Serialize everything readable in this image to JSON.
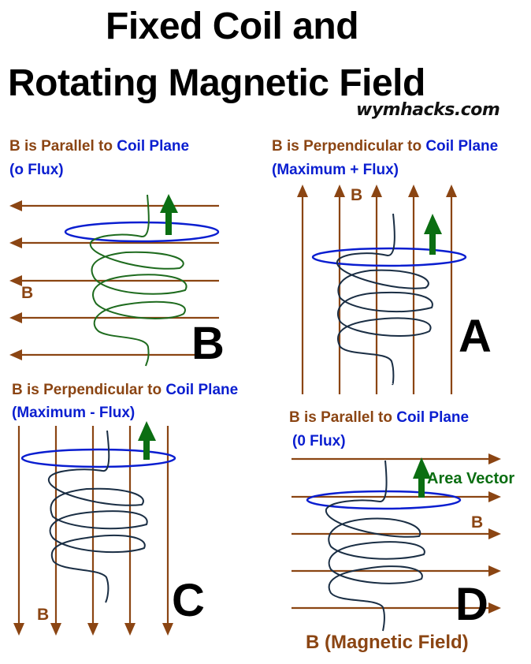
{
  "header": {
    "title_line1": "Fixed Coil and",
    "title_line2": "Rotating Magnetic Field",
    "watermark": "wymhacks.com"
  },
  "colors": {
    "field_lines": "#8B4513",
    "coil_plane": "#0A1ED0",
    "area_vector": "#0B6E12",
    "coil_wire_b": "#1E6B1E",
    "coil_wire_other": "#1A2E44",
    "caption_blue": "#0A1ED0",
    "caption_brown": "#8B4513"
  },
  "panels": {
    "B": {
      "letter": "B",
      "caption_prefix": "B is Parallel to ",
      "caption_highlight": "Coil Plane",
      "flux_note": "(o Flux)",
      "field_label": "B",
      "field_direction": "left",
      "flux": "zero"
    },
    "A": {
      "letter": "A",
      "caption_prefix": "B is Perpendicular to ",
      "caption_highlight": "Coil Plane",
      "flux_note": "(Maximum + Flux)",
      "field_label": "B",
      "field_direction": "up",
      "flux": "maximum positive"
    },
    "C": {
      "letter": "C",
      "caption_prefix": "B is Perpendicular to ",
      "caption_highlight": "Coil Plane",
      "flux_note": "(Maximum - Flux)",
      "field_label": "B",
      "field_direction": "down",
      "flux": "maximum negative"
    },
    "D": {
      "letter": "D",
      "caption_prefix": "B is Parallel to ",
      "caption_highlight": "Coil Plane",
      "flux_note": "(0 Flux)",
      "field_label": "B",
      "area_vector_label": "Area Vector",
      "field_direction": "right",
      "flux": "zero",
      "footer_label": "B (Magnetic Field)"
    }
  }
}
